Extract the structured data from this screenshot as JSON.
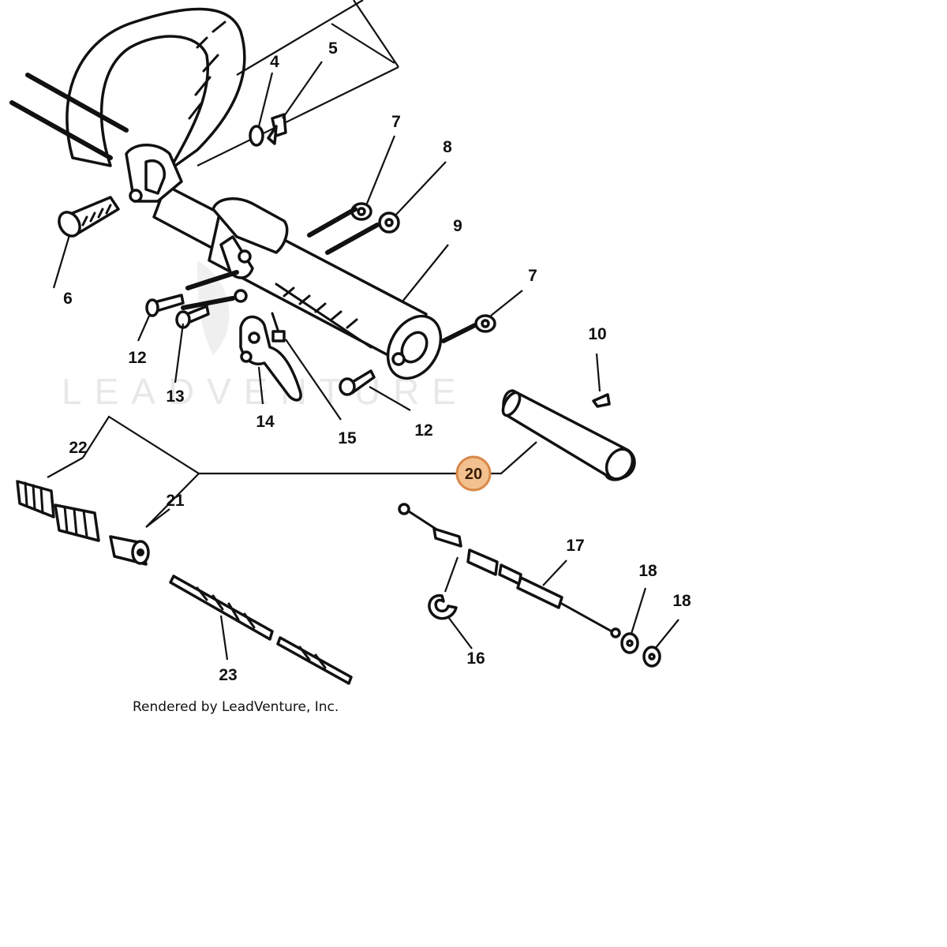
{
  "diagram": {
    "callouts": [
      {
        "id": "c4",
        "text": "4"
      },
      {
        "id": "c5",
        "text": "5"
      },
      {
        "id": "c6",
        "text": "6"
      },
      {
        "id": "c7a",
        "text": "7"
      },
      {
        "id": "c7b",
        "text": "7"
      },
      {
        "id": "c8",
        "text": "8"
      },
      {
        "id": "c9",
        "text": "9"
      },
      {
        "id": "c10",
        "text": "10"
      },
      {
        "id": "c12a",
        "text": "12"
      },
      {
        "id": "c12b",
        "text": "12"
      },
      {
        "id": "c13",
        "text": "13"
      },
      {
        "id": "c14",
        "text": "14"
      },
      {
        "id": "c15",
        "text": "15"
      },
      {
        "id": "c16",
        "text": "16"
      },
      {
        "id": "c17",
        "text": "17"
      },
      {
        "id": "c18a",
        "text": "18"
      },
      {
        "id": "c18b",
        "text": "18"
      },
      {
        "id": "c20",
        "text": "20"
      },
      {
        "id": "c21",
        "text": "21"
      },
      {
        "id": "c22",
        "text": "22"
      },
      {
        "id": "c23",
        "text": "23"
      }
    ],
    "highlighted_callout": "20",
    "highlight_color": "#f3c18f",
    "highlight_border": "#d9894a",
    "watermark": "LEADVENTURE",
    "credit": "Rendered by LeadVenture, Inc."
  }
}
